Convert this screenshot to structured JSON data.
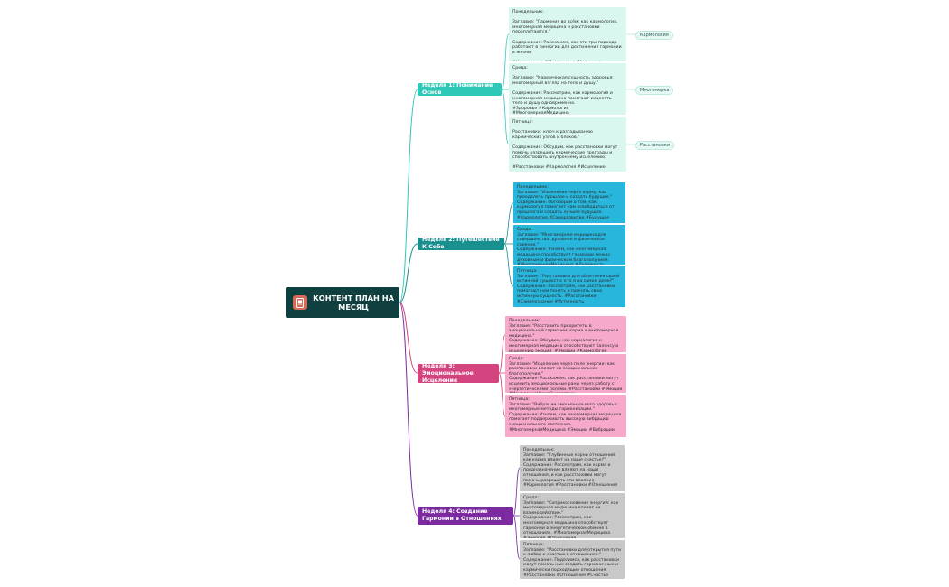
{
  "root": {
    "title": "КОНТЕНТ ПЛАН НА МЕСЯЦ",
    "icon": "notebook-icon",
    "color": "#0f3f3f"
  },
  "weeks": [
    {
      "label": "Неделя 1: Понимание Основ",
      "color": "#2ec9b6",
      "card_color": "#d9f6ef",
      "cards": [
        "Понедельник:\n\nЗаглавие: \"Гармония во всём: как кармология, многомерная медицина и расстановки переплетаются.\"\n\nСодержание: Расскажем, как эти три подхода работают в синергии для достижения гармонии в жизни.\n\n#Кармология #МногомернаяМедицина #Расстановки",
        "Среда:\n\nЗаглавие: \"Кармическая сущность здоровья: многомерный взгляд на тело и душу.\"\n\nСодержание: Рассмотрим, как кармология и многомерная медицина помогают исцелять тело и душу одновременно.\n#Здоровье #Кармология #МногомернаяМедицина",
        "Пятница:\n\nРасстановки: ключ к разгадыванию кармических узлов и блоков.\"\n\nСодержание: Обсудим, как расстановки могут помочь разрешить кармические преграды и способствовать внутреннему исцелению.\n\n#Расстановки #Кармология #Исцеление"
      ],
      "tags": [
        "Кармология",
        "Многомерка",
        "Расстановки"
      ]
    },
    {
      "label": "Неделя 2: Путешествие К Себе",
      "color": "#1a8f8f",
      "card_color": "#29b6dc",
      "cards": [
        "Понедельник:\nЗаглавие: \"Изменение через карму: как преодолеть прошлое и создать будущее.\"\nСодержание: Поговорим о том, как кармология помогает нам освободиться от прошлого и создать лучшее будущее. #Кармология #Саморазвитие #Будущее",
        "Среда:\nЗаглавие: \"Многомерная медицина для совершенства: духовное и физическое слияние.\"\nСодержание: Узнаем, как многомерная медицина способствует гармонии между духовным и физическим благополучием. #МногомернаяМедицина #Духовность #Здоровье",
        "Пятница:\nЗаглавие: \"Расстановки для обретения своей истинной сущности: кто я на самом деле?\"\nСодержание: Рассмотрим, как расстановки помогают нам понять и принять свою истинную сущность. #Расстановки #Самопознание #Истинность"
      ]
    },
    {
      "label": "Неделя 3: Эмоциональное Исцеление",
      "color": "#d4447f",
      "card_color": "#f7a9cb",
      "cards": [
        "Понедельник:\nЗаглавие: \"Расставить приоритеты в эмоциональной гармонии: карма и многомерная медицина.\"\nСодержание: Обсудим, как кармология и многомерная медицина способствуют балансу и исцелению эмоций. #Эмоции #Кармология #МногомернаяМедицинаВесы",
        "Среда:\nЗаглавие: \"Исцеление через поле энергии: как расстановки влияют на эмоциональное благополучие.\"\nСодержание: Расскажем, как расстановки могут исцелить эмоциональные раны через работу с энергетическими полями. #Расстановки #Эмоции #ИсцелениеЧерезЭнергетику",
        "Пятница:\nЗаглавие: \"Вибрации эмоционального здоровья: многомерные методы гармонизации.\"\nСодержание: Узнаем, как многомерная медицина помогает поддерживать высокую вибрацию эмоционального состояния. #МногомернаяМедицина #Эмоции #Вибрации"
      ]
    },
    {
      "label": "Неделя 4: Создание Гармонии в Отношениях",
      "color": "#7b2aa0",
      "card_color": "#c8c8c8",
      "cards": [
        "Понедельник:\nЗаглавие: \"Глубинные корни отношений: как карма влияет на наше счастье?\"\nСодержание: Рассмотрим, как карма и предназначение влияют на наши отношения, и как расстановки могут помочь разрешить эти влияния. #Кармология #Расстановки #Отношения",
        "Среда:\nЗаглавие: \"Соприкосновение энергий: как многомерная медицина влияет на взаимодействие.\"\nСодержание: Рассмотрим, как многомерная медицина способствует гармонии в энергетическом обмене в отношениях. #МногомернаяМедицина #Энергия #Отношения",
        "Пятница:\nЗаглавие: \"Расстановки для открытия пути к любви и счастью в отношениях.\"\nСодержание: Поделимся, как расстановки могут помочь нам создать гармоничные и кармически подходящие отношения. #Расстановки #Отношения #Счастье"
      ]
    }
  ]
}
